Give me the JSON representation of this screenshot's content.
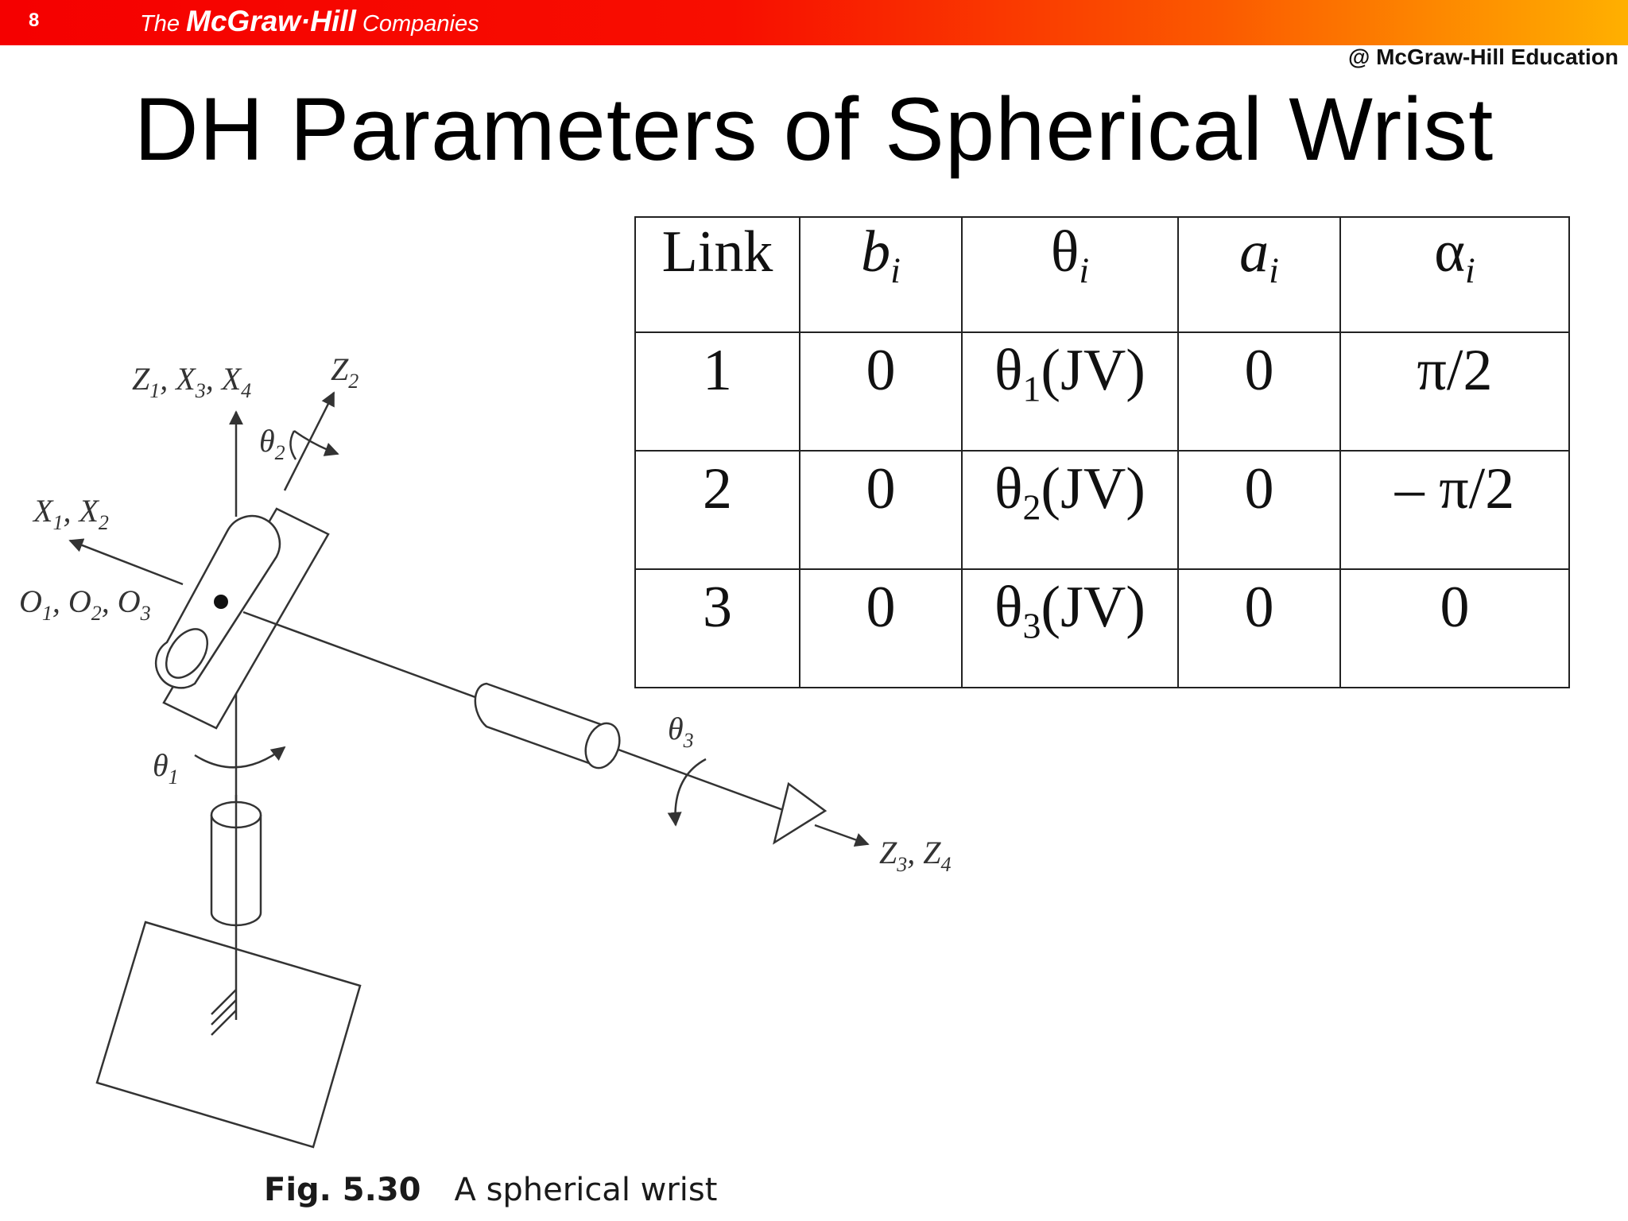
{
  "header": {
    "slide_number": "8",
    "brand_the": "The ",
    "brand_name": "McGraw·Hill",
    "brand_companies": " Companies",
    "gradient_colors": [
      "#f50000",
      "#fb5a00",
      "#ffb000"
    ]
  },
  "copyright": "@ McGraw-Hill Education",
  "title": "DH Parameters of Spherical Wrist",
  "table": {
    "headers": [
      {
        "sym": "Link",
        "sub": "",
        "italic": false
      },
      {
        "sym": "b",
        "sub": "i",
        "italic": true
      },
      {
        "sym": "θ",
        "sub": "i",
        "italic": false
      },
      {
        "sym": "a",
        "sub": "i",
        "italic": true
      },
      {
        "sym": "α",
        "sub": "i",
        "italic": false
      }
    ],
    "rows": [
      {
        "link": "1",
        "b": "0",
        "theta_sym": "θ",
        "theta_sub": "1",
        "theta_rest": "(JV)",
        "a": "0",
        "alpha": "π/2"
      },
      {
        "link": "2",
        "b": "0",
        "theta_sym": "θ",
        "theta_sub": "2",
        "theta_rest": "(JV)",
        "a": "0",
        "alpha": "– π/2"
      },
      {
        "link": "3",
        "b": "0",
        "theta_sym": "θ",
        "theta_sub": "3",
        "theta_rest": "(JV)",
        "a": "0",
        "alpha": "0"
      }
    ]
  },
  "figure": {
    "labels": {
      "z1": "Z",
      "z1_sub": "1",
      "x3": "X",
      "x3_sub": "3",
      "x4": "X",
      "x4_sub": "4",
      "z2": "Z",
      "z2_sub": "2",
      "x1": "X",
      "x1_sub": "1",
      "x2": "X",
      "x2_sub": "2",
      "o1": "O",
      "o1_sub": "1",
      "o2": "O",
      "o2_sub": "2",
      "o3": "O",
      "o3_sub": "3",
      "theta1": "θ",
      "theta1_sub": "1",
      "theta2": "θ",
      "theta2_sub": "2",
      "theta3": "θ",
      "theta3_sub": "3",
      "z3": "Z",
      "z3_sub": "3",
      "z4": "Z",
      "z4_sub": "4",
      "sep": ", "
    },
    "caption_fig": "Fig. 5.30",
    "caption_text": "A spherical wrist"
  }
}
